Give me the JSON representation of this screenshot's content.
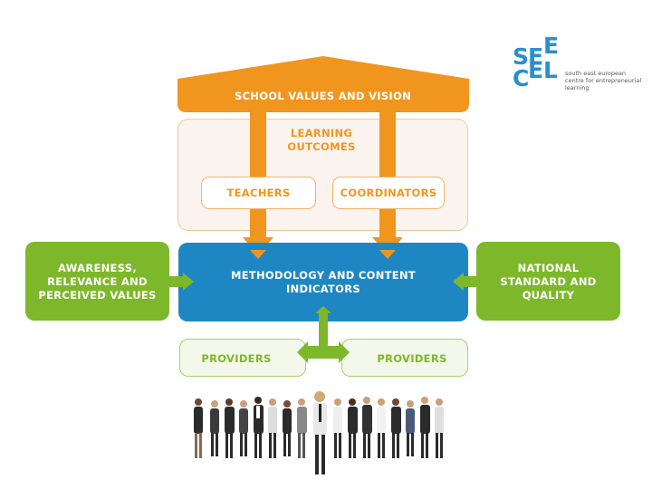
{
  "logo": {
    "letters": [
      "S",
      "E",
      "E",
      "C",
      "E",
      "L"
    ],
    "tagline_lines": [
      "south east european",
      "centre for entrepreneurial",
      "learning"
    ]
  },
  "diagram": {
    "roof": "SCHOOL VALUES AND VISION",
    "learning_outcomes": [
      "LEARNING",
      "OUTCOMES"
    ],
    "teachers": "TEACHERS",
    "coordinators": "COORDINATORS",
    "methodology": [
      "METHODOLOGY AND CONTENT",
      "INDICATORS"
    ],
    "left_box": [
      "AWARENESS,",
      "RELEVANCE AND",
      "PERCEIVED VALUES"
    ],
    "right_box": [
      "NATIONAL",
      "STANDARD AND",
      "QUALITY"
    ],
    "providers_left": "PROVIDERS",
    "providers_right": "PROVIDERS"
  },
  "colors": {
    "orange": "#f0961e",
    "blue": "#1e87c3",
    "green": "#7cb82a",
    "logo_blue": "#2a8ecf"
  },
  "icons": {
    "people": "group-of-people-image"
  }
}
